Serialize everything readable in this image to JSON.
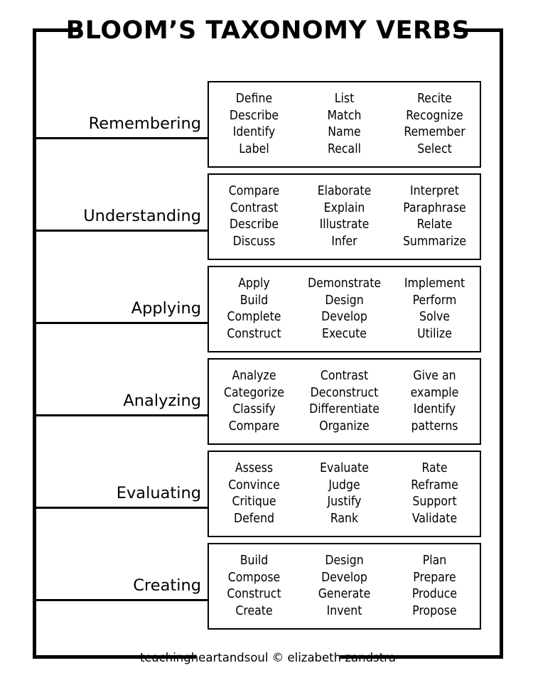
{
  "poster": {
    "title": "BLOOM’S TAXONOMY VERBS",
    "credit": "teachingheartandsoul © elizabeth zandstra",
    "accent_color": "#000000",
    "background_color": "#ffffff"
  },
  "levels": [
    {
      "label": "Remembering",
      "columns": [
        [
          "Define",
          "Describe",
          "Identify",
          "Label"
        ],
        [
          "List",
          "Match",
          "Name",
          "Recall"
        ],
        [
          "Recite",
          "Recognize",
          "Remember",
          "Select"
        ]
      ]
    },
    {
      "label": "Understanding",
      "columns": [
        [
          "Compare",
          "Contrast",
          "Describe",
          "Discuss"
        ],
        [
          "Elaborate",
          "Explain",
          "Illustrate",
          "Infer"
        ],
        [
          "Interpret",
          "Paraphrase",
          "Relate",
          "Summarize"
        ]
      ]
    },
    {
      "label": "Applying",
      "columns": [
        [
          "Apply",
          "Build",
          "Complete",
          "Construct"
        ],
        [
          "Demonstrate",
          "Design",
          "Develop",
          "Execute"
        ],
        [
          "Implement",
          "Perform",
          "Solve",
          "Utilize"
        ]
      ]
    },
    {
      "label": "Analyzing",
      "columns": [
        [
          "Analyze",
          "Categorize",
          "Classify",
          "Compare"
        ],
        [
          "Contrast",
          "Deconstruct",
          "Differentiate",
          "Organize"
        ],
        [
          "Give an example",
          "Identify patterns"
        ]
      ]
    },
    {
      "label": "Evaluating",
      "columns": [
        [
          "Assess",
          "Convince",
          "Critique",
          "Defend"
        ],
        [
          "Evaluate",
          "Judge",
          "Justify",
          "Rank"
        ],
        [
          "Rate",
          "Reframe",
          "Support",
          "Validate"
        ]
      ]
    },
    {
      "label": "Creating",
      "columns": [
        [
          "Build",
          "Compose",
          "Construct",
          "Create"
        ],
        [
          "Design",
          "Develop",
          "Generate",
          "Invent"
        ],
        [
          "Plan",
          "Prepare",
          "Produce",
          "Propose"
        ]
      ]
    }
  ]
}
